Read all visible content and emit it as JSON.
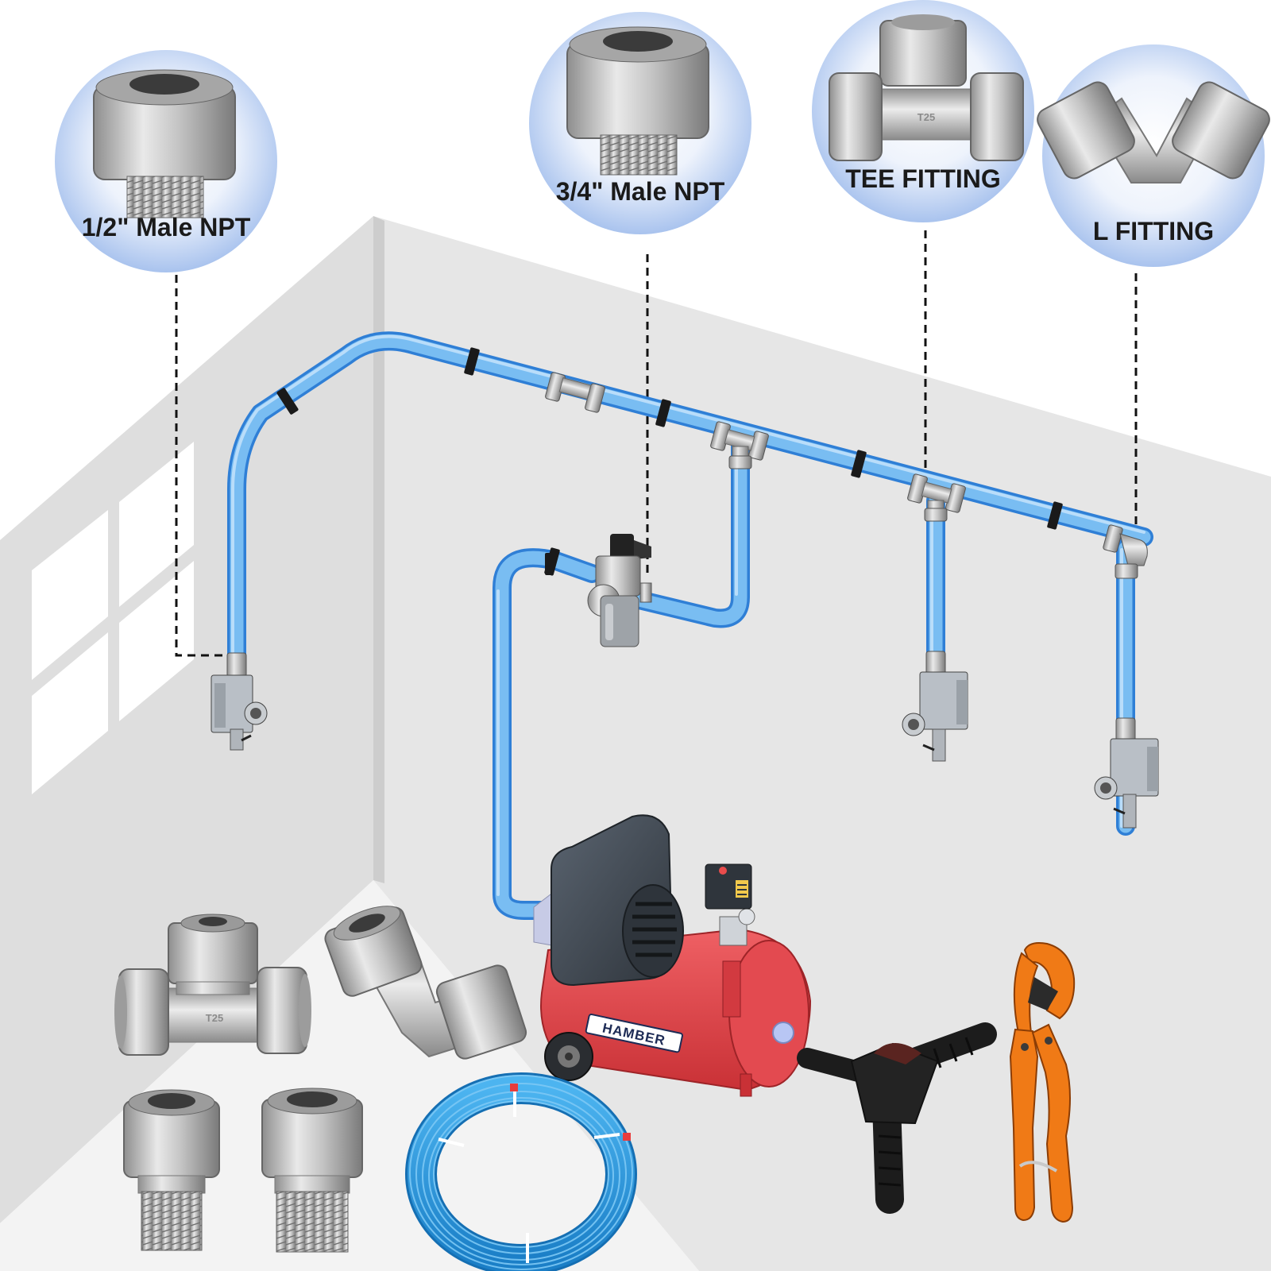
{
  "callouts": {
    "half_inch": {
      "label": "1/2\" Male NPT"
    },
    "three_quarter": {
      "label": "3/4\" Male NPT"
    },
    "tee": {
      "label": "TEE FITTING"
    },
    "elbow": {
      "label": "L FITTING"
    }
  },
  "compressor": {
    "brand": "HAMBER"
  },
  "fitting_stamp": "T25",
  "colors": {
    "pipe": "#6fb3ee",
    "pipe_edge": "#2f7fd6",
    "wall": "#e4e4e4",
    "wall_shadow": "#cfcfcf",
    "compressor_tank": "#e0464a",
    "cutter_handle": "#f07a16",
    "bubble": "#c7d9f5"
  },
  "icons": [
    "half-inch-connector-icon",
    "three-quarter-connector-icon",
    "tee-fitting-icon",
    "elbow-fitting-icon",
    "air-compressor-icon",
    "pipe-coil-icon",
    "reamer-tool-icon",
    "pipe-cutter-icon",
    "filter-regulator-icon",
    "wall-outlet-icon"
  ]
}
